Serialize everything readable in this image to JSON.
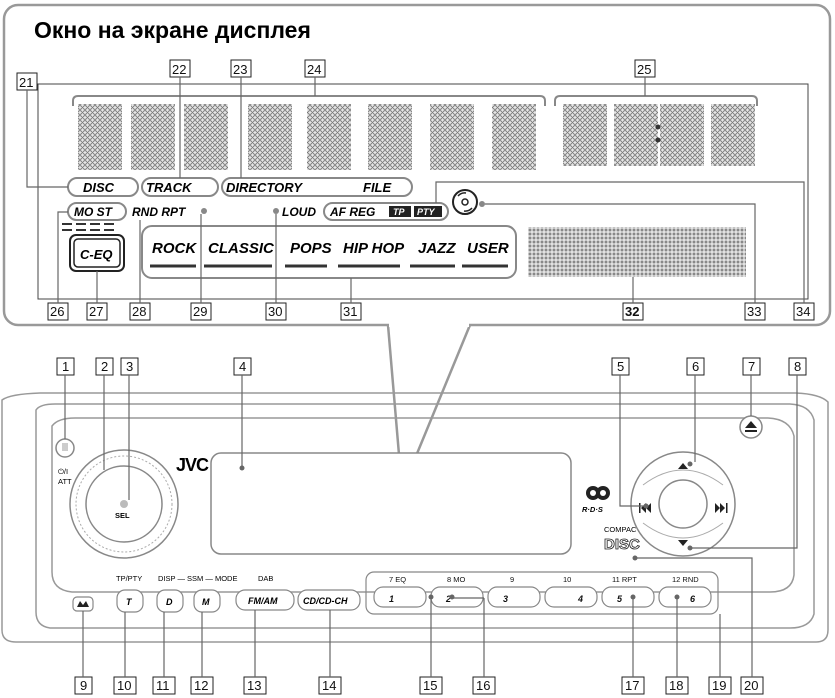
{
  "title": "Окно на экране дисплея",
  "lcd": {
    "disc": "DISC",
    "track": "TRACK",
    "directory": "DIRECTORY",
    "file": "FILE",
    "mo_st": "MO ST",
    "rnd_rpt": "RND RPT",
    "loud": "LOUD",
    "af_reg": "AF REG",
    "tp": "TP",
    "pty": "PTY",
    "ceq": "C-EQ",
    "eq_modes": [
      "ROCK",
      "CLASSIC",
      "POPS",
      "HIP HOP",
      "JAZZ",
      "USER"
    ]
  },
  "unit": {
    "brand": "JVC",
    "sel": "SEL",
    "power_label": "⏻/I",
    "att_label": "ATT",
    "rds": "R·D·S",
    "compact": "COMPACT",
    "disc_logo": "DISC",
    "tp_pty": "TP/PTY",
    "disp_ssm_mode": "DISP — SSM — MODE",
    "dab": "DAB",
    "btn_t": "T",
    "btn_d": "D",
    "btn_m": "M",
    "fm_am": "FM/AM",
    "cd_ch": "CD/CD-CH",
    "preset_top": [
      "7 EQ",
      "8 MO",
      "9",
      "10",
      "11 RPT",
      "12 RND"
    ],
    "presets": [
      "1",
      "2",
      "3",
      "4",
      "5",
      "6"
    ]
  },
  "callouts": {
    "top": [
      "1",
      "2",
      "3",
      "4",
      "5",
      "6",
      "7",
      "8"
    ],
    "bottom": [
      "9",
      "10",
      "11",
      "12",
      "13",
      "14",
      "15",
      "16",
      "17",
      "18",
      "19",
      "20"
    ],
    "lcd_top": [
      "21",
      "22",
      "23",
      "24",
      "25"
    ],
    "lcd_bottom": [
      "26",
      "27",
      "28",
      "29",
      "30",
      "31",
      "32",
      "33",
      "34"
    ]
  }
}
